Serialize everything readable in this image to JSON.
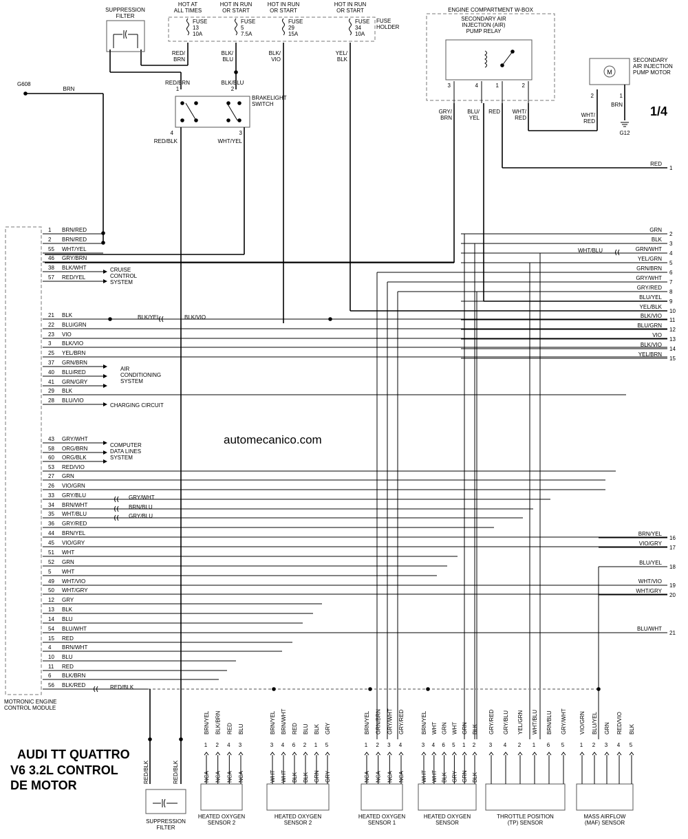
{
  "website": "automecanico.com",
  "page_number": "1/4",
  "title_lines": [
    "AUDI",
    "TT QUATTRO",
    "V6 3.2L CONTROL",
    "DE MOTOR"
  ],
  "top": {
    "fuse_holder": "FUSE\nHOLDER",
    "power_labels": [
      {
        "text": "HOT AT\nALL TIMES"
      },
      {
        "text": "HOT IN RUN\nOR START"
      },
      {
        "text": "HOT IN RUN\nOR START"
      },
      {
        "text": "HOT IN RUN\nOR START"
      }
    ],
    "fuses": [
      {
        "text": "FUSE\n13\n10A"
      },
      {
        "text": "FUSE\n5\n7.5A"
      },
      {
        "text": "FUSE\n29\n15A"
      },
      {
        "text": "FUSE\n34\n10A"
      }
    ],
    "fuse_wire_colors": [
      "RED/\nBRN",
      "BLK/\nBLU",
      "BLK/\nVIO",
      "YEL/\nBLK"
    ],
    "suppression_filter_top": "SUPPRESSION\nFILTER",
    "ground_g608": "G608",
    "g608_wire": "BRN",
    "brakelight": {
      "title": "BRAKELIGHT\nSWITCH",
      "pins": [
        "1",
        "2",
        "4",
        "3"
      ],
      "wires": [
        "RED/BRN",
        "BLK/BLU",
        "RED/BLK",
        "WHT/YEL"
      ]
    },
    "wbox": {
      "title": "ENGINE COMPARTMENT W-BOX",
      "relay": "SECONDARY AIR\nINJECTION (AIR)\nPUMP RELAY",
      "pins": [
        "3",
        "4",
        "1",
        "2"
      ],
      "wires": [
        "GRY/\nBRN",
        "BLU/\nYEL",
        "RED",
        "WHT/\nRED"
      ]
    },
    "pump_motor": {
      "title": "SECONDARY\nAIR INJECTION\nPUMP MOTOR",
      "symbol": "M",
      "pins": [
        "2",
        "1"
      ],
      "wires": [
        "WHT/\nRED",
        "BRN"
      ],
      "ground": "G12"
    }
  },
  "ecm": {
    "title": "MOTRONIC ENGINE\nCONTROL MODULE",
    "pins": [
      {
        "pin": "1",
        "color": "BRN/RED"
      },
      {
        "pin": "2",
        "color": "BRN/RED"
      },
      {
        "pin": "55",
        "color": "WHT/YEL"
      },
      {
        "pin": "46",
        "color": "GRY/BRN"
      },
      {
        "pin": "38",
        "color": "BLK/WHT"
      },
      {
        "pin": "57",
        "color": "RED/YEL"
      },
      {
        "pin": "21",
        "color": "BLK"
      },
      {
        "pin": "22",
        "color": "BLU/GRN"
      },
      {
        "pin": "23",
        "color": "VIO"
      },
      {
        "pin": "3",
        "color": "BLK/VIO"
      },
      {
        "pin": "25",
        "color": "YEL/BRN"
      },
      {
        "pin": "37",
        "color": "GRN/BRN"
      },
      {
        "pin": "40",
        "color": "BLU/RED"
      },
      {
        "pin": "41",
        "color": "GRN/GRY"
      },
      {
        "pin": "29",
        "color": "BLK"
      },
      {
        "pin": "28",
        "color": "BLU/VIO"
      },
      {
        "pin": "43",
        "color": "GRY/WHT"
      },
      {
        "pin": "58",
        "color": "ORG/BRN"
      },
      {
        "pin": "60",
        "color": "ORG/BLK"
      },
      {
        "pin": "53",
        "color": "RED/VIO"
      },
      {
        "pin": "27",
        "color": "GRN"
      },
      {
        "pin": "26",
        "color": "VIO/GRN"
      },
      {
        "pin": "33",
        "color": "GRY/BLU"
      },
      {
        "pin": "34",
        "color": "BRN/WHT"
      },
      {
        "pin": "35",
        "color": "WHT/BLU"
      },
      {
        "pin": "36",
        "color": "GRY/RED"
      },
      {
        "pin": "44",
        "color": "BRN/YEL"
      },
      {
        "pin": "45",
        "color": "VIO/GRY"
      },
      {
        "pin": "51",
        "color": "WHT"
      },
      {
        "pin": "52",
        "color": "GRN"
      },
      {
        "pin": "5",
        "color": "WHT"
      },
      {
        "pin": "49",
        "color": "WHT/VIO"
      },
      {
        "pin": "50",
        "color": "WHT/GRY"
      },
      {
        "pin": "12",
        "color": "GRY"
      },
      {
        "pin": "13",
        "color": "BLK"
      },
      {
        "pin": "14",
        "color": "BLU"
      },
      {
        "pin": "54",
        "color": "BLU/WHT"
      },
      {
        "pin": "15",
        "color": "RED"
      },
      {
        "pin": "4",
        "color": "BRN/WHT"
      },
      {
        "pin": "10",
        "color": "BLU"
      },
      {
        "pin": "11",
        "color": "RED"
      },
      {
        "pin": "6",
        "color": "BLK/BRN"
      },
      {
        "pin": "56",
        "color": "BLK/RED"
      }
    ],
    "systems": [
      {
        "text": "CRUISE\nCONTROL\nSYSTEM"
      },
      {
        "text": "AIR\nCONDITIONING\nSYSTEM"
      },
      {
        "text": "CHARGING CIRCUIT"
      },
      {
        "text": "COMPUTER\nDATA LINES\nSYSTEM"
      }
    ],
    "mid_labels": [
      "BLK/YEL",
      "BLK/VIO",
      "GRY/WHT",
      "BRN/BLU",
      "GRY/BLU",
      "RED/BLK",
      "WHT/BLU"
    ]
  },
  "right_refs": [
    {
      "n": "1",
      "color": "RED"
    },
    {
      "n": "2",
      "color": "GRN"
    },
    {
      "n": "3",
      "color": "BLK"
    },
    {
      "n": "4",
      "color": "GRN/WHT"
    },
    {
      "n": "5",
      "color": "YEL/GRN"
    },
    {
      "n": "6",
      "color": "GRN/BRN"
    },
    {
      "n": "7",
      "color": "GRY/WHT"
    },
    {
      "n": "8",
      "color": "GRY/RED"
    },
    {
      "n": "9",
      "color": "BLU/YEL"
    },
    {
      "n": "10",
      "color": "YEL/BLK"
    },
    {
      "n": "11",
      "color": "BLK/VIO"
    },
    {
      "n": "12",
      "color": "BLU/GRN"
    },
    {
      "n": "13",
      "color": "VIO"
    },
    {
      "n": "14",
      "color": "BLK/VIO"
    },
    {
      "n": "15",
      "color": "YEL/BRN"
    },
    {
      "n": "16",
      "color": "BRN/YEL"
    },
    {
      "n": "17",
      "color": "VIO/GRY"
    },
    {
      "n": "18",
      "color": "BLU/YEL"
    },
    {
      "n": "19",
      "color": "WHT/VIO"
    },
    {
      "n": "20",
      "color": "WHT/GRY"
    },
    {
      "n": "21",
      "color": "BLU/WHT"
    }
  ],
  "components": [
    {
      "title": "SUPPRESSION\nFILTER",
      "wires": [
        "RED/BLK",
        "RED/BLK"
      ]
    },
    {
      "title": "HEATED OXYGEN\nSENSOR 2",
      "wires": [
        "BRN/YEL",
        "BLK/BRN",
        "RED",
        "BLU"
      ],
      "pins": [
        "1",
        "2",
        "4",
        "3"
      ],
      "nca": [
        "NCA",
        "NCA",
        "NCA",
        "NCA"
      ]
    },
    {
      "title": "HEATED OXYGEN\nSENSOR 2",
      "wires": [
        "BRN/YEL",
        "BRN/WHT",
        "RED",
        "BLU",
        "BLK",
        "GRY"
      ],
      "pins": [
        "3",
        "4",
        "6",
        "2",
        "1",
        "5"
      ],
      "nca": [
        "WHT",
        "WHT",
        "BLK",
        "BLK",
        "GRN",
        "GRY"
      ]
    },
    {
      "title": "HEATED OXYGEN\nSENSOR 1",
      "wires": [
        "BRN/YEL",
        "GRN/BRN",
        "GRY/WHT",
        "GRY/RED"
      ],
      "pins": [
        "1",
        "2",
        "3",
        "4"
      ],
      "nca": [
        "NCA",
        "NCA",
        "NCA",
        "NCA"
      ]
    },
    {
      "title": "HEATED OXYGEN\nSENSOR",
      "wires": [
        "BRN/YEL",
        "WHT",
        "GRN",
        "WHT",
        "GRN",
        "BLK"
      ],
      "pins": [
        "3",
        "4",
        "6",
        "5",
        "1",
        "2"
      ],
      "nca": [
        "WHT",
        "WHT",
        "BLK",
        "GRY",
        "GRN",
        "BLK"
      ]
    },
    {
      "title": "THROTTLE POSITION\n(TP) SENSOR",
      "wires": [
        "GRY/RED",
        "GRY/BLU",
        "YEL/GRN",
        "WHT/BLU",
        "BRN/BLU",
        "GRY/WHT"
      ],
      "pins": [
        "3",
        "4",
        "2",
        "1",
        "6",
        "5"
      ]
    },
    {
      "title": "MASS AIRFLOW\n(MAF) SENSOR",
      "wires": [
        "VIO/GRN",
        "BLU/YEL",
        "GRN",
        "RED/VIO",
        "BLK"
      ],
      "pins": [
        "1",
        "2",
        "3",
        "4",
        "5"
      ]
    }
  ]
}
